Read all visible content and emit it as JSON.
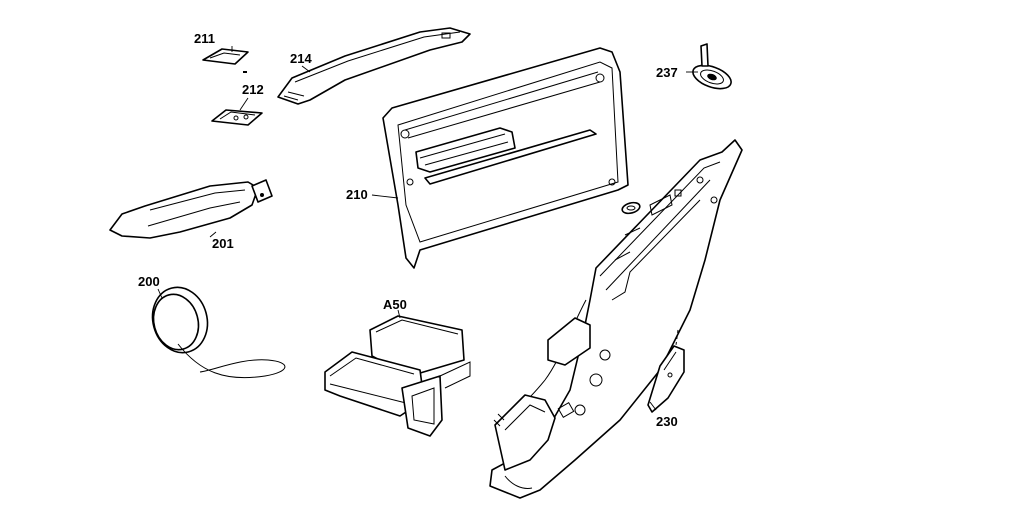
{
  "callouts": {
    "p211": "211",
    "p212": "212",
    "p214": "214",
    "p201": "201",
    "p210": "210",
    "p200": "200",
    "pA50": "A50",
    "p237": "237",
    "p230": "230"
  },
  "colors": {
    "ink": "#000000",
    "paper": "#ffffff"
  }
}
